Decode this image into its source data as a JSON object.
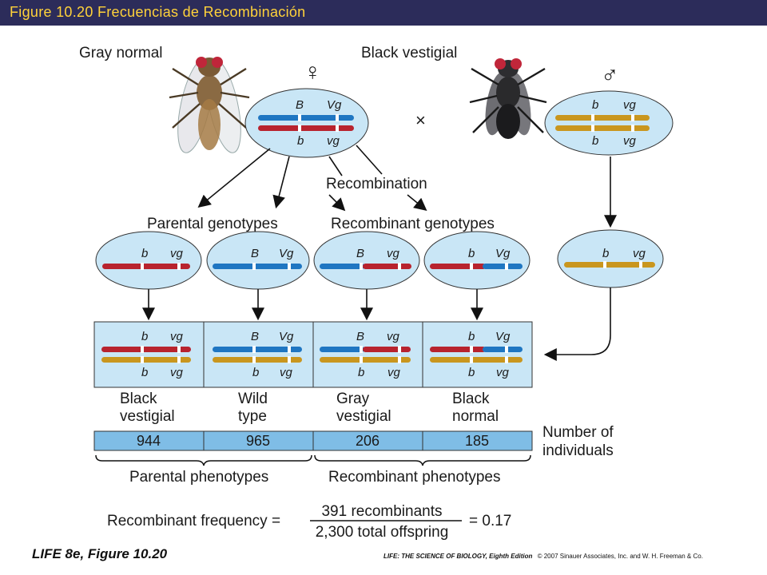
{
  "header": {
    "title": "Figure 10.20  Frecuencias de Recombinación"
  },
  "parents": {
    "female": {
      "label": "Gray normal",
      "symbol": "♀",
      "top_genes": [
        "B",
        "Vg"
      ],
      "bottom_genes": [
        "b",
        "vg"
      ]
    },
    "cross_symbol": "×",
    "male": {
      "label": "Black vestigial",
      "symbol": "♂",
      "top_genes": [
        "b",
        "vg"
      ],
      "bottom_genes": [
        "b",
        "vg"
      ]
    }
  },
  "recombination_label": "Recombination",
  "groups": {
    "parental_genotypes": "Parental genotypes",
    "recombinant_genotypes": "Recombinant genotypes"
  },
  "gametes": [
    {
      "genes": [
        "b",
        "vg"
      ]
    },
    {
      "genes": [
        "B",
        "Vg"
      ]
    },
    {
      "genes": [
        "B",
        "vg"
      ]
    },
    {
      "genes": [
        "b",
        "Vg"
      ]
    },
    {
      "genes": [
        "b",
        "vg"
      ]
    }
  ],
  "offspring": [
    {
      "top_genes": [
        "b",
        "vg"
      ],
      "bottom_genes": [
        "b",
        "vg"
      ],
      "phenotype_line1": "Black",
      "phenotype_line2": "vestigial",
      "count": "944"
    },
    {
      "top_genes": [
        "B",
        "Vg"
      ],
      "bottom_genes": [
        "b",
        "vg"
      ],
      "phenotype_line1": "Wild",
      "phenotype_line2": "type",
      "count": "965"
    },
    {
      "top_genes": [
        "B",
        "vg"
      ],
      "bottom_genes": [
        "b",
        "vg"
      ],
      "phenotype_line1": "Gray",
      "phenotype_line2": "vestigial",
      "count": "206"
    },
    {
      "top_genes": [
        "b",
        "Vg"
      ],
      "bottom_genes": [
        "b",
        "vg"
      ],
      "phenotype_line1": "Black",
      "phenotype_line2": "normal",
      "count": "185"
    }
  ],
  "number_label": {
    "line1": "Number of",
    "line2": "individuals"
  },
  "phenotype_groups": {
    "parental": "Parental phenotypes",
    "recombinant": "Recombinant phenotypes"
  },
  "formula": {
    "lhs": "Recombinant frequency =",
    "numerator": "391 recombinants",
    "denominator": "2,300 total offspring",
    "result": "= 0.17"
  },
  "footer": {
    "left": "LIFE 8e, Figure 10.20",
    "right_bold": "LIFE: THE SCIENCE OF BIOLOGY, Eighth Edition",
    "right_rest": "© 2007 Sinauer Associates, Inc. and W. H. Freeman & Co."
  },
  "colors": {
    "header_bg": "#2c2c5a",
    "header_text": "#ffd23a",
    "ellipse_fill": "#c9e6f6",
    "panel_fill": "#c9e6f6",
    "count_bar": "#7fbde6",
    "chromosome_red": "#b8232e",
    "chromosome_blue": "#1f76c2",
    "chromosome_gold": "#c9961e"
  },
  "icons": [
    "gray-fly-icon",
    "black-fly-icon",
    "female-symbol-icon",
    "male-symbol-icon"
  ]
}
